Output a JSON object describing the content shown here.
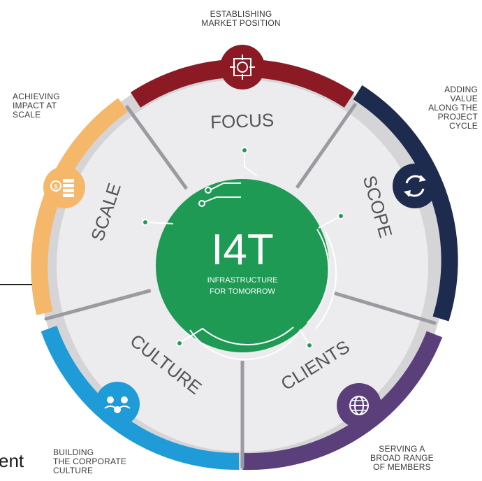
{
  "center": {
    "title": "I4T",
    "subtitle_line1": "INFRASTRUCTURE",
    "subtitle_line2": "FOR TOMORROW"
  },
  "segments": [
    {
      "label": "FOCUS",
      "color": "#8b1a24",
      "icon": "target-icon"
    },
    {
      "label": "SCOPE",
      "color": "#1d2b4f",
      "icon": "cycle-arrows-icon"
    },
    {
      "label": "CLIENTS",
      "color": "#5b3f7a",
      "icon": "globe-icon"
    },
    {
      "label": "CULTURE",
      "color": "#1f9bd7",
      "icon": "people-icon"
    },
    {
      "label": "SCALE",
      "color": "#f5b86a",
      "icon": "money-stack-icon"
    }
  ],
  "callouts": {
    "top": [
      "ESTABLISHING",
      "MARKET POSITION"
    ],
    "left": [
      "ACHIEVING",
      "IMPACT AT",
      "SCALE"
    ],
    "right": [
      "ADDING",
      "VALUE",
      "ALONG THE",
      "PROJECT",
      "CYCLE"
    ],
    "bottom_left": [
      "BUILDING",
      "THE CORPORATE",
      "CULTURE"
    ],
    "bottom_right": [
      "SERVING A",
      "BROAD RANGE",
      "OF MEMBERS"
    ]
  },
  "edge_text": "ent",
  "colors": {
    "center_green": "#1f9a55",
    "wheel_fill": "#ececee",
    "divider": "#9a9aa0"
  }
}
